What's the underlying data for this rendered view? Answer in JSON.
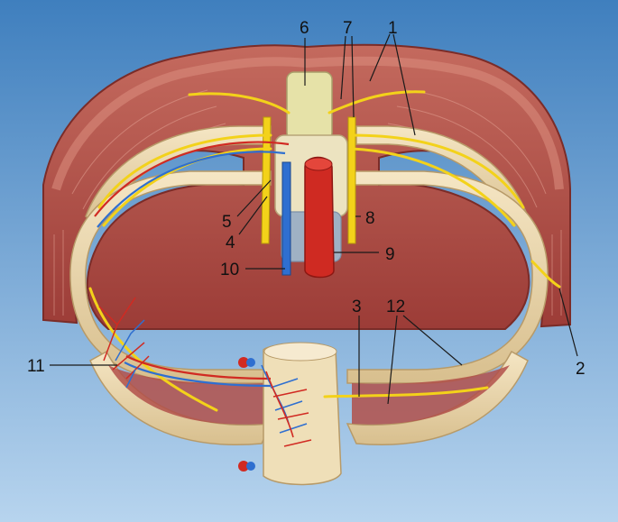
{
  "colors": {
    "background_top": "#3f7fbe",
    "background_bottom": "#b7d4ee",
    "muscle": "#b8504a",
    "muscle_dark": "#8e3330",
    "bone": "#efdcb4",
    "bone_shadow": "#c9ad7c",
    "nerve": "#f3d21a",
    "artery": "#d12a22",
    "vein": "#2f6fd0",
    "leader_line": "#1a1a1a"
  },
  "callouts": [
    {
      "id": "1",
      "text": "1"
    },
    {
      "id": "2",
      "text": "2"
    },
    {
      "id": "3",
      "text": "3"
    },
    {
      "id": "4",
      "text": "4"
    },
    {
      "id": "5",
      "text": "5"
    },
    {
      "id": "6",
      "text": "6"
    },
    {
      "id": "7",
      "text": "7"
    },
    {
      "id": "8",
      "text": "8"
    },
    {
      "id": "9",
      "text": "9"
    },
    {
      "id": "10",
      "text": "10"
    },
    {
      "id": "11",
      "text": "11"
    },
    {
      "id": "12",
      "text": "12"
    }
  ]
}
